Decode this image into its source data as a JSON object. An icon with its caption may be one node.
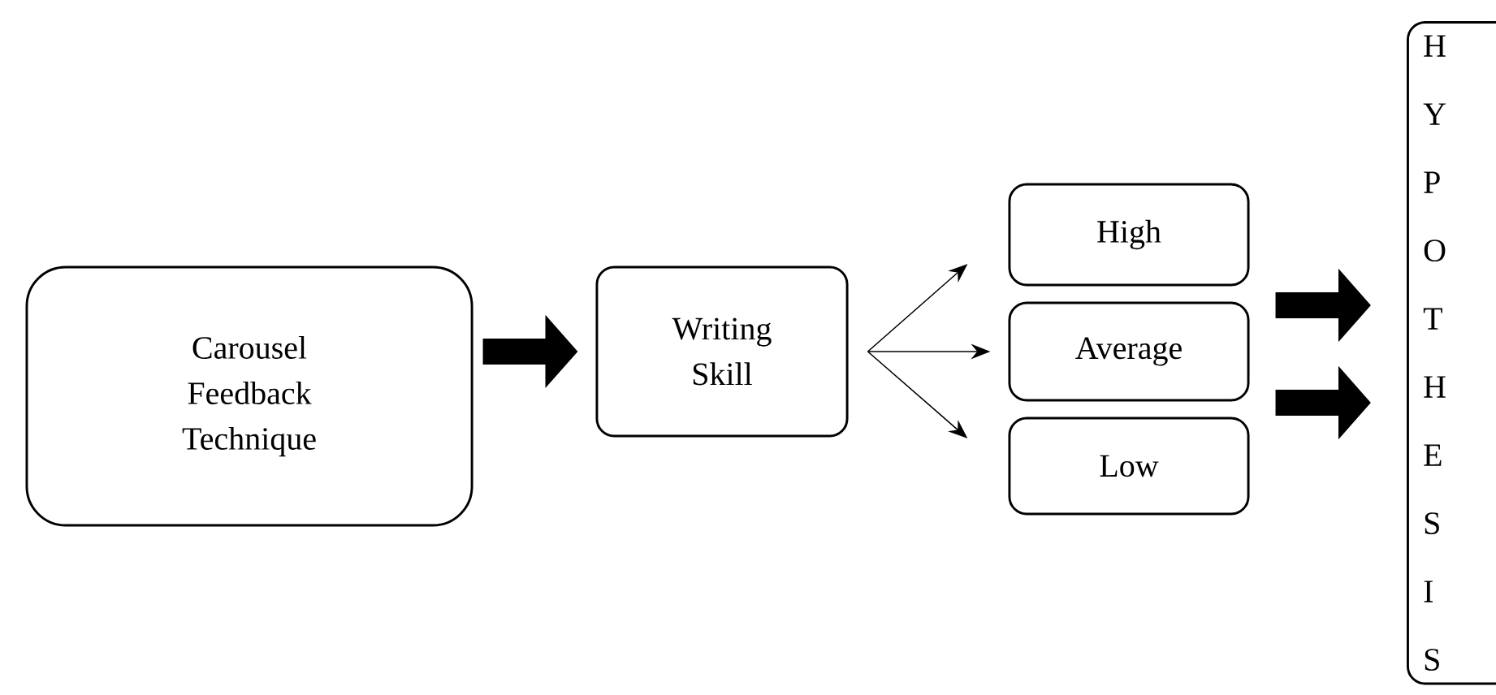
{
  "diagram": {
    "nodes": [
      {
        "text": [
          "Carousel Feedback Technique"
        ]
      },
      {
        "text": [
          "Writing Skill"
        ]
      },
      {
        "text": [
          "High"
        ]
      },
      {
        "text": [
          "Average"
        ]
      },
      {
        "text": [
          "Low"
        ]
      },
      {
        "text": [
          "H Y P O T H E S I S"
        ]
      }
    ],
    "edges": [
      {
        "from": 0,
        "to": 1,
        "arrow": "to",
        "style": "thick"
      },
      {
        "from": 1,
        "to": 2,
        "arrow": "to"
      },
      {
        "from": 1,
        "to": 3,
        "arrow": "to"
      },
      {
        "from": 1,
        "to": 4,
        "arrow": "to"
      },
      {
        "from": 3,
        "to": 5,
        "arrow": "to",
        "style": "thick"
      },
      {
        "from": 3,
        "to": 5,
        "arrow": "to",
        "style": "thick"
      }
    ]
  }
}
